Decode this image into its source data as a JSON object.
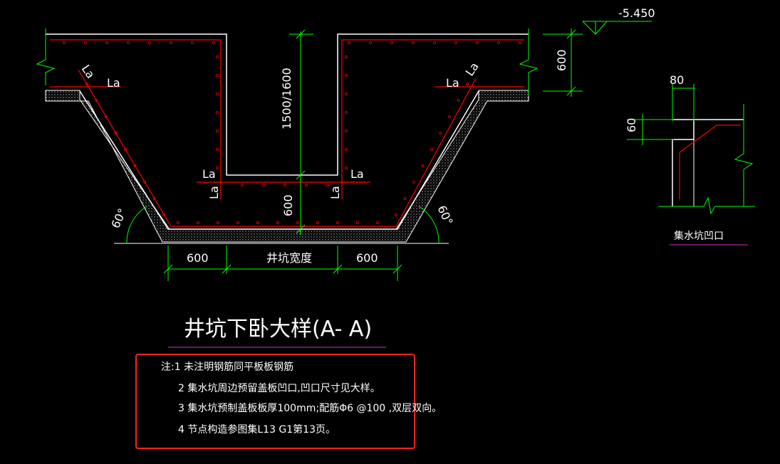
{
  "elevation": "-5.450",
  "dims": {
    "top_600": "600",
    "depth": "1500/1600",
    "inner_600": "600",
    "bottom_left": "600",
    "bottom_mid": "井坑宽度",
    "bottom_right": "600",
    "detail_80": "80",
    "detail_60": "60"
  },
  "labels": {
    "la": "La",
    "angle_left": "60°",
    "angle_right": "60°"
  },
  "detail_caption": "集水坑凹口",
  "title": "井坑下卧大样(A- A)",
  "notes": [
    "注:1  未注明钢筋同平板板钢筋",
    "2  集水坑周边预留盖板凹口,凹口尺寸见大样。",
    "3  集水坑预制盖板板厚100mm;配筋Φ6 @100 ,双层双向。",
    "4  节点构造参图集L13 G1第13页。"
  ],
  "colors": {
    "background": "#000000",
    "concrete": "#ffffff",
    "rebar": "#ff0000",
    "dimension": "#00ff00",
    "magenta": "#cc33cc",
    "highlight": "#ff2020"
  }
}
